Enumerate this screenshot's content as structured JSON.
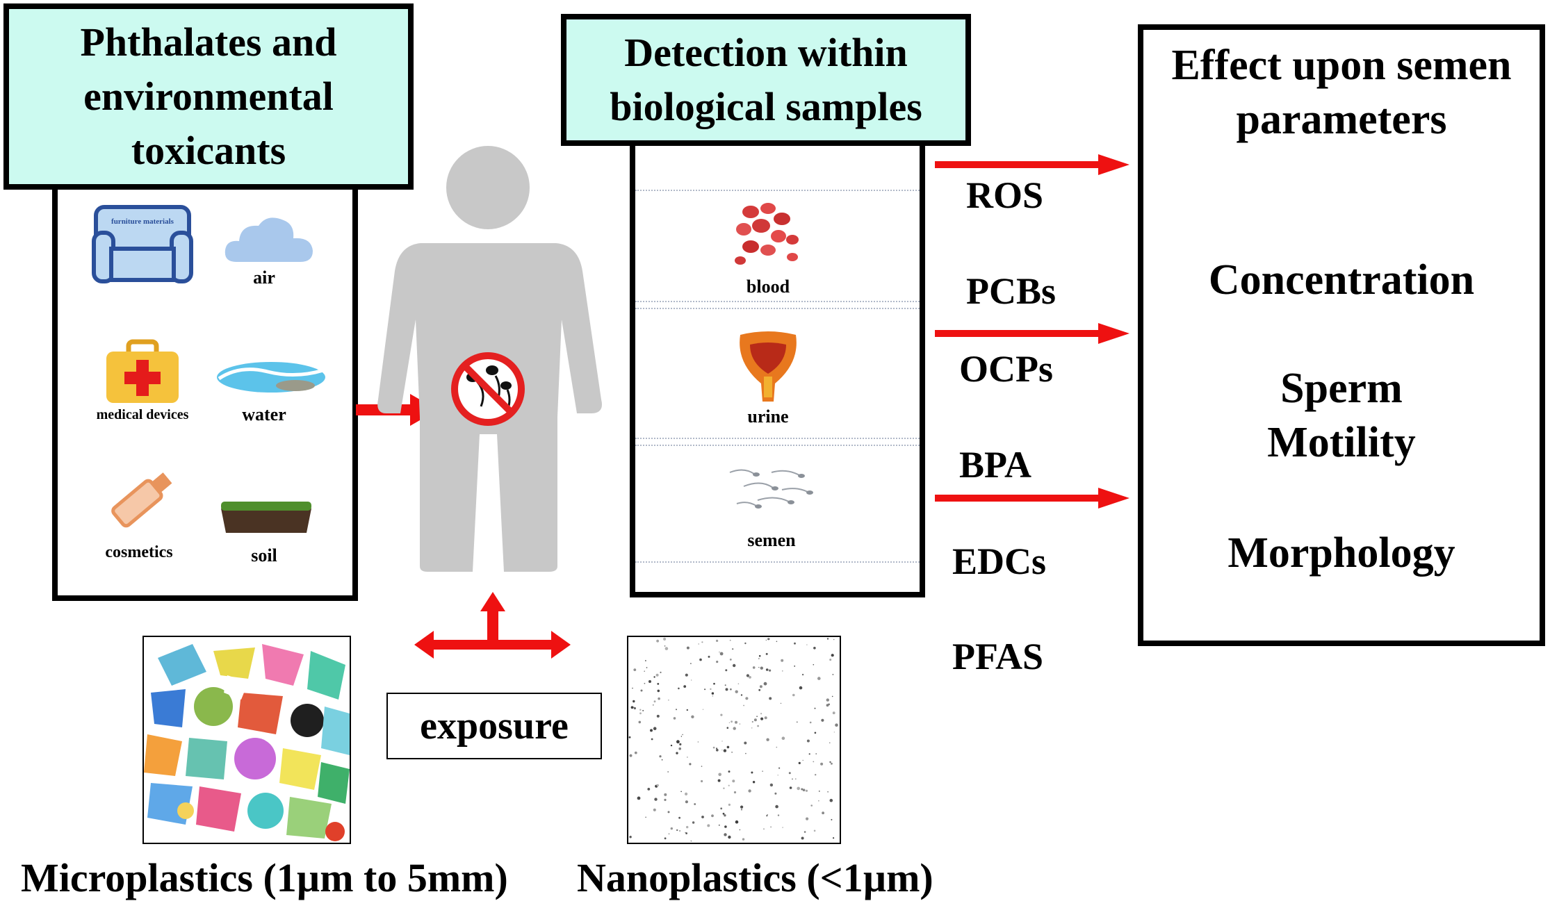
{
  "sources": {
    "title": "Phthalates and environmental toxicants",
    "items": [
      "air",
      "medical devices",
      "water",
      "cosmetics",
      "soil"
    ],
    "sofa_text": "furniture materials"
  },
  "detection": {
    "title": "Detection within biological samples",
    "samples": [
      "blood",
      "urine",
      "semen"
    ]
  },
  "chemicals": [
    "ROS",
    "PCBs",
    "OCPs",
    "BPA",
    "EDCs",
    "PFAS"
  ],
  "effects": {
    "title": "Effect upon semen parameters",
    "items": [
      "Concentration",
      "Sperm Motility",
      "Morphology"
    ]
  },
  "exposure_label": "exposure",
  "captions": {
    "micro": "Microplastics (1µm to 5mm)",
    "nano": "Nanoplastics (<1µm)"
  },
  "colors": {
    "title_fill": "#ccfaf0",
    "arrow": "#ee1111",
    "human": "#c8c8c8"
  }
}
